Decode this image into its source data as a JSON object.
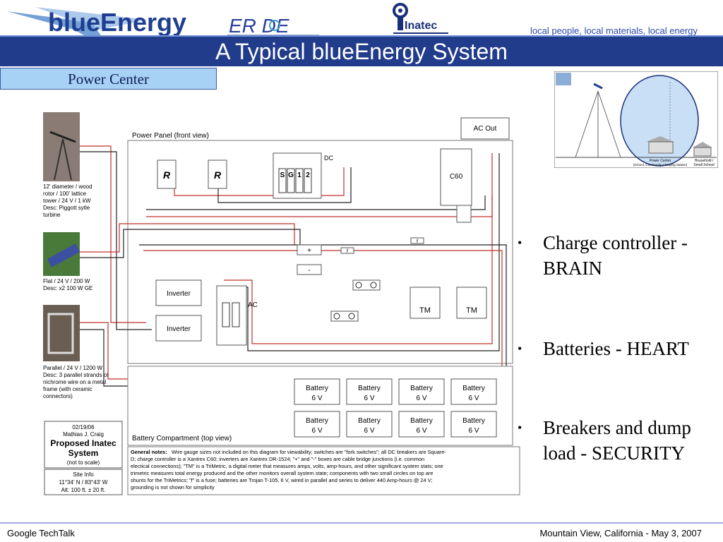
{
  "header": {
    "logo_main": "blueEnergy",
    "logo_partner_1": "ER DE",
    "logo_partner_2": "Inatec",
    "tagline": "local people, local materials, local energy"
  },
  "title": "A Typical blueEnergy System",
  "section_tab": "Power Center",
  "diagram": {
    "power_panel_label": "Power Panel (front view)",
    "ac_out_label": "AC Out",
    "dc_label": "DC",
    "ac_label": "AC",
    "controller_label": "C60",
    "breaker_labels": [
      "S",
      "G",
      "1",
      "2"
    ],
    "inverter_labels": [
      "Inverter",
      "Inverter"
    ],
    "junction_plus": "+",
    "junction_minus": "-",
    "fuse_label": "f",
    "tm_labels": [
      "TM",
      "TM"
    ],
    "battery_compartment_label": "Battery Compartment (top view)",
    "battery_title": "Battery",
    "battery_voltage": "6 V",
    "turbine_desc": [
      "12' diameter / wood",
      "rotor / 100' lattice",
      "tower / 24 V / 1 kW",
      "Desc: Piggott sytle",
      "turbine"
    ],
    "solar_desc": [
      "Flat / 24 V / 200 W",
      "Desc: x2 100 W GE"
    ],
    "dumpload_desc": [
      "Parallel / 24 V / 1200 W",
      "Desc: 3 parallel strands of",
      "nichrome wire on a metal",
      "frame (with ceramic",
      "connectors)"
    ],
    "credit": {
      "date": "02/19/06",
      "author": "Mathias J. Craig",
      "heading_1": "Proposed Inatec",
      "heading_2": "System",
      "note": "(not to scale)"
    },
    "site_info": {
      "heading": "Site Info",
      "coords": "11°34' N / 83°43' W",
      "alt": "Alt: 100 ft. ± 20 ft."
    },
    "general_notes": {
      "heading": "General notes:",
      "lines": [
        "Wire gauge sizes not included on this diagram for viewability; switches are \"fork switches\"; all DC breakers are Square-",
        "D; charge controller is a Xantrex C60; inverters are Xantrex DR-1524; \"+\" and \"-\" boxes are cable bridge junctions (i.e. common",
        "electical connections); \"TM\" is a TriMetric, a digital meter that measures amps, volts, amp-hours, and other significant system stats; one",
        "trimetric measures total energy produced and the other monitors overall system state; components with two small circles on top are",
        "shunts for the TriMetrics; \"f\" is a fuse; batteries are Trojan T-105, 6 V, wired in parallel and series to deliver 440 Amp-hours @ 24 V;",
        "grounding is not shown for simplicity"
      ]
    }
  },
  "thumbnail": {
    "label_power_center": "Power Center",
    "label_power_center_sub": "(School, Community Charging Station)",
    "label_household": "Household /",
    "label_household_sub": "Small School"
  },
  "bullets": [
    {
      "line1": "Charge controller -",
      "line2": "BRAIN"
    },
    {
      "line1": "Batteries - HEART",
      "line2": ""
    },
    {
      "line1": "Breakers and dump",
      "line2": "load - SECURITY"
    }
  ],
  "footer": {
    "left": "Google TechTalk",
    "right": "Mountain View, California - May 3, 2007"
  },
  "colors": {
    "title_bar": "#223c8c",
    "section_tab": "#a8d1f6",
    "tagline": "#2a4aa8",
    "wire_red": "#c0302a",
    "wire_black": "#222222"
  }
}
